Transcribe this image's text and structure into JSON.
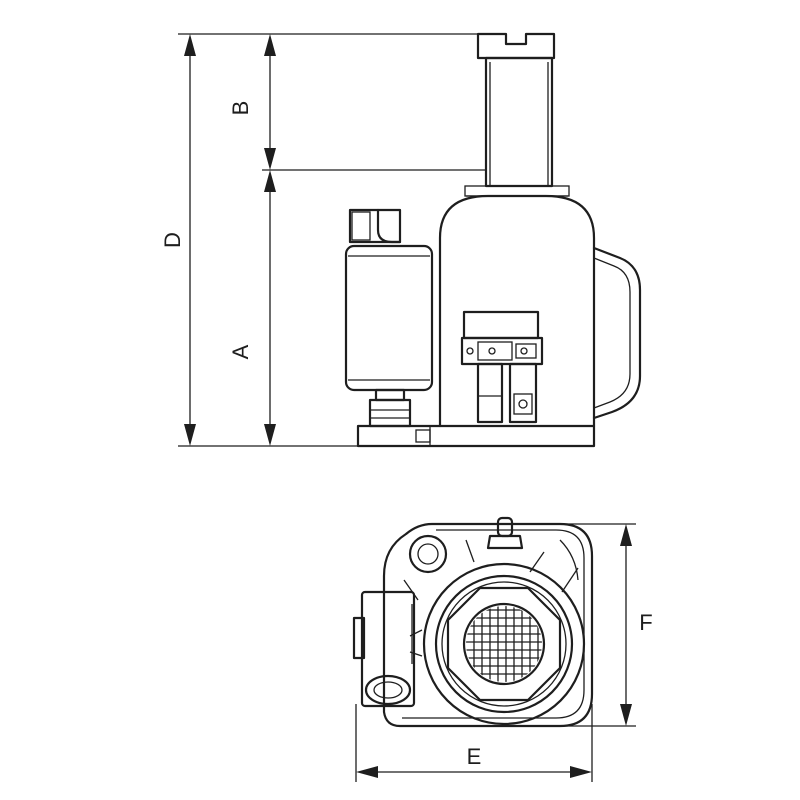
{
  "dimension_labels": {
    "a": "A",
    "b": "B",
    "d": "D",
    "e": "E",
    "f": "F"
  },
  "colors": {
    "line": "#1e1e1e",
    "background": "#ffffff"
  }
}
